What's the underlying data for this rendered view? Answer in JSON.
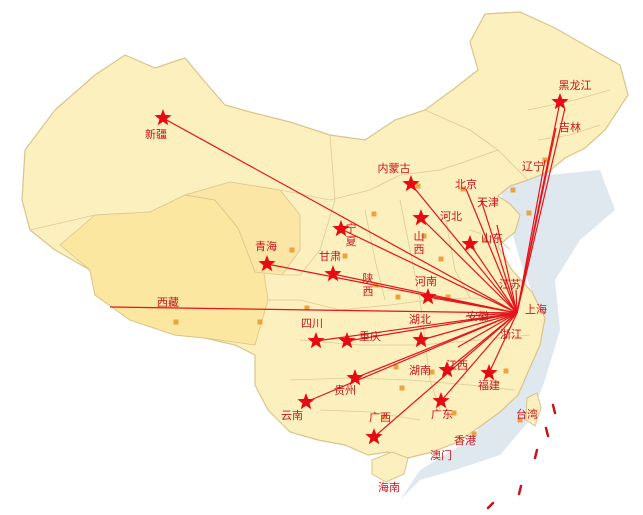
{
  "hub": {
    "name": "上海"
  },
  "colors": {
    "land": "#fdf0bf",
    "land_west": "#fbe7a0",
    "border": "#d9c48a",
    "sea": "#dde6ee",
    "route": "#e2151b",
    "star": "#e60b12",
    "label": "#c8141c"
  },
  "regions": [
    {
      "id": "xinjiang",
      "name": "新疆",
      "starred": true
    },
    {
      "id": "xizang",
      "name": "西藏",
      "starred": false
    },
    {
      "id": "qinghai",
      "name": "青海",
      "starred": true
    },
    {
      "id": "gansu",
      "name": "甘肃",
      "starred": true
    },
    {
      "id": "ningxia",
      "name": "宁夏",
      "starred": true
    },
    {
      "id": "neimenggu",
      "name": "内蒙古",
      "starred": true
    },
    {
      "id": "shaanxi",
      "name": "陕西",
      "starred": false
    },
    {
      "id": "shanxi",
      "name": "山西",
      "starred": true
    },
    {
      "id": "hebei",
      "name": "河北",
      "starred": true
    },
    {
      "id": "beijing",
      "name": "北京",
      "starred": false
    },
    {
      "id": "tianjin",
      "name": "天津",
      "starred": false
    },
    {
      "id": "shandong",
      "name": "山东",
      "starred": true
    },
    {
      "id": "henan",
      "name": "河南",
      "starred": true
    },
    {
      "id": "sichuan",
      "name": "四川",
      "starred": true
    },
    {
      "id": "chongqing",
      "name": "重庆",
      "starred": true
    },
    {
      "id": "hubei",
      "name": "湖北",
      "starred": true
    },
    {
      "id": "anhui",
      "name": "安徽",
      "starred": false
    },
    {
      "id": "jiangsu",
      "name": "江苏",
      "starred": false
    },
    {
      "id": "zhejiang",
      "name": "浙江",
      "starred": false
    },
    {
      "id": "hunan",
      "name": "湖南",
      "starred": false
    },
    {
      "id": "jiangxi",
      "name": "江西",
      "starred": true
    },
    {
      "id": "guizhou",
      "name": "贵州",
      "starred": true
    },
    {
      "id": "yunnan",
      "name": "云南",
      "starred": true
    },
    {
      "id": "guangxi",
      "name": "广西",
      "starred": true
    },
    {
      "id": "guangdong",
      "name": "广东",
      "starred": true
    },
    {
      "id": "fujian",
      "name": "福建",
      "starred": true
    },
    {
      "id": "taiwan",
      "name": "台湾",
      "starred": false
    },
    {
      "id": "xianggang",
      "name": "香港",
      "starred": false
    },
    {
      "id": "aomen",
      "name": "澳门",
      "starred": false
    },
    {
      "id": "hainan",
      "name": "海南",
      "starred": false
    },
    {
      "id": "liaoning",
      "name": "辽宁",
      "starred": false
    },
    {
      "id": "jilin",
      "name": "吉林",
      "starred": false
    },
    {
      "id": "heilongjiang",
      "name": "黑龙江",
      "starred": true
    }
  ]
}
